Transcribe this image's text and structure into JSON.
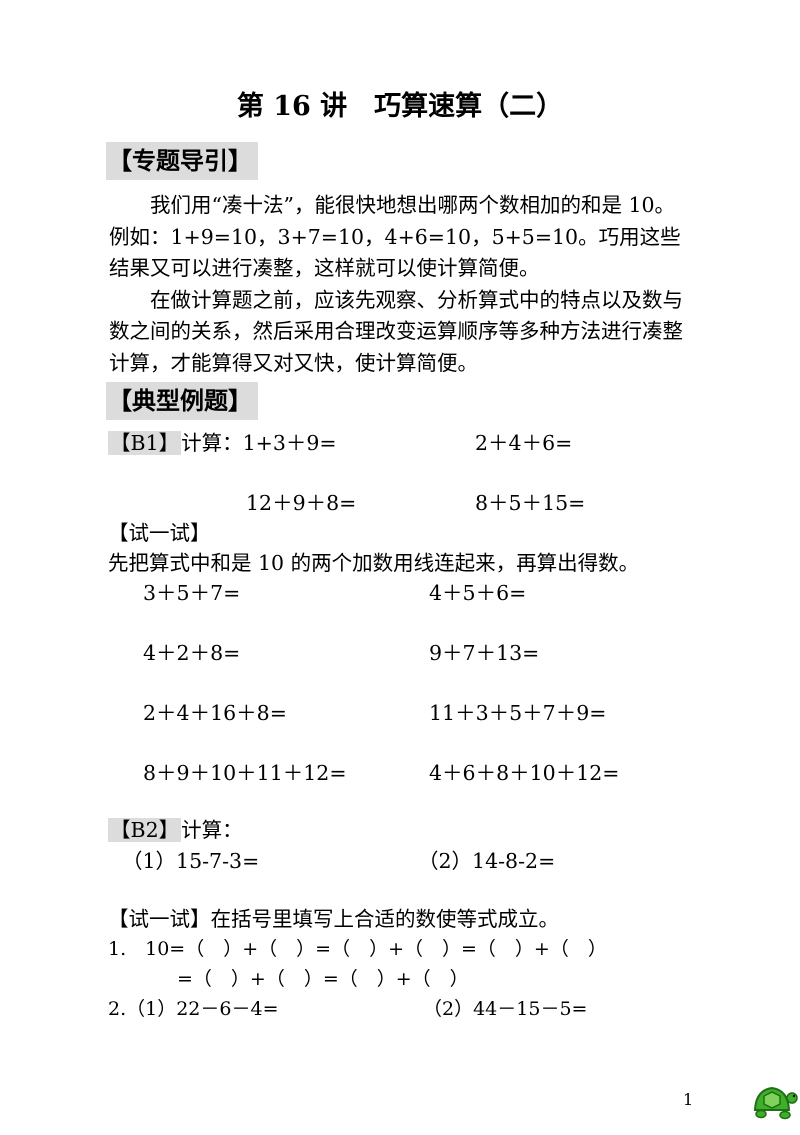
{
  "title": "第 16 讲　巧算速算（二）",
  "intro": {
    "heading": "【专题导引】",
    "p1": "我们用“凑十法”，能很快地想出哪两个数相加的和是 10。例如：1+9=10，3+7=10，4+6=10，5+5=10。巧用这些结果又可以进行凑整，这样就可以使计算简便。",
    "p2": "在做计算题之前，应该先观察、分析算式中的特点以及数与数之间的关系，然后采用合理改变运算顺序等多种方法进行凑整计算，才能算得又对又快，使计算简便。"
  },
  "examples_heading": "【典型例题】",
  "b1": {
    "tag": "【B1】",
    "label": "计算：",
    "e1": "1+3＋9=",
    "e2": "2＋4＋6=",
    "e3": "12＋9＋8=",
    "e4": "8＋5＋15="
  },
  "try1": {
    "heading": "【试一试】",
    "instruction": "先把算式中和是 10 的两个加数用线连起来，再算出得数。",
    "items": [
      "3＋5＋7=",
      "4＋5＋6=",
      "4＋2＋8=",
      "9＋7＋13=",
      "2＋4＋16＋8=",
      "11＋3＋5＋7＋9=",
      "8＋9＋10＋11＋12=",
      "4＋6＋8＋10＋12="
    ]
  },
  "b2": {
    "tag": "【B2】",
    "label": "计算：",
    "q1": "（1）15-7-3=",
    "q2": "（2）14-8-2="
  },
  "try2": {
    "heading": "【试一试】",
    "instruction": "在括号里填写上合适的数使等式成立。",
    "line1": "1.　10=（　）+（　）=（　）+（　）=（　）+（　）",
    "line2": "=（　）+（　）=（　）+（　）",
    "line3a": "2.（1）22－6－4=",
    "line3b": "（2）44－15－5="
  },
  "page_number": "1",
  "colors": {
    "highlight": "#dcdcdc",
    "turtle_shell": "#3fae2a",
    "turtle_dark": "#1f6f16"
  },
  "icons": {
    "corner": "turtle-icon"
  }
}
